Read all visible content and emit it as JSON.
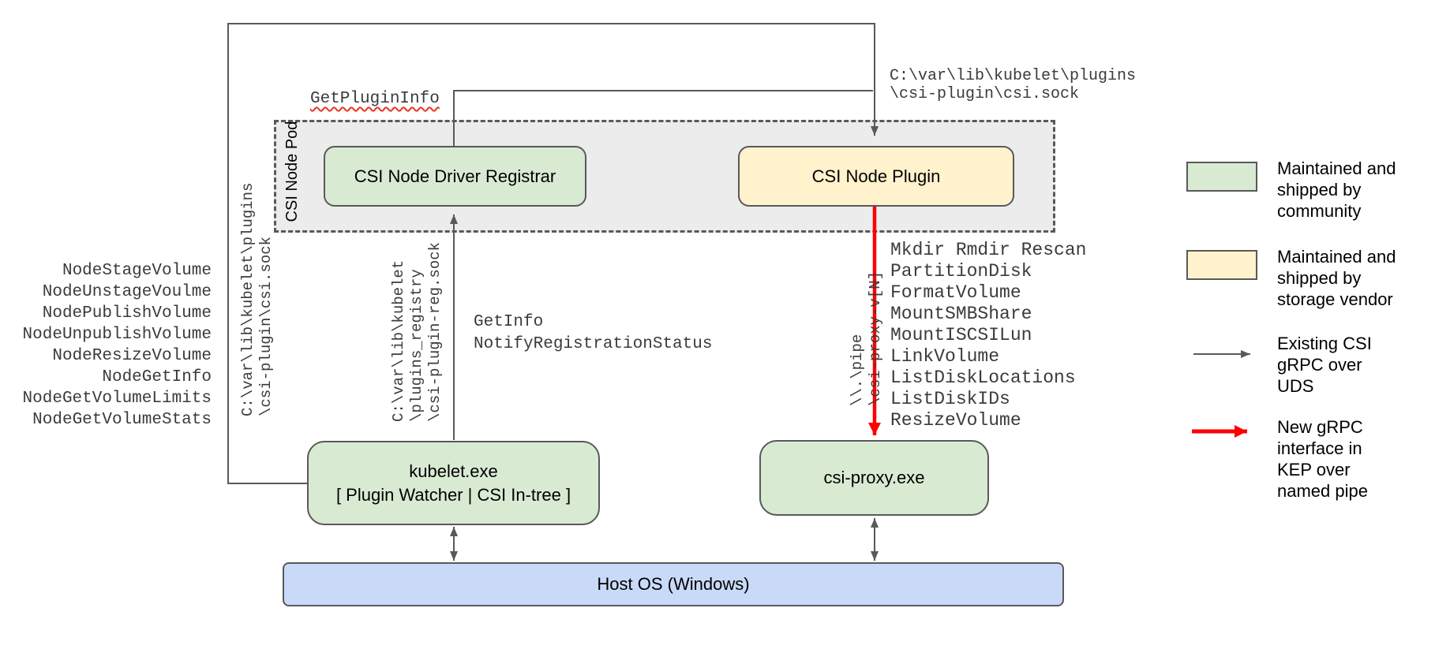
{
  "pod": {
    "label": "CSI Node Pod"
  },
  "nodes": {
    "registrar": {
      "label": "CSI Node Driver Registrar"
    },
    "plugin": {
      "label": "CSI Node Plugin"
    },
    "kubelet": {
      "line1": "kubelet.exe",
      "line2": "[ Plugin Watcher | CSI In-tree ]"
    },
    "csi_proxy": {
      "label": "csi-proxy.exe"
    },
    "host_os": {
      "label": "Host OS (Windows)"
    }
  },
  "labels": {
    "get_plugin_info": "GetPluginInfo",
    "csi_sock_top": [
      "C:\\var\\lib\\kubelet\\plugins",
      "\\csi-plugin\\csi.sock"
    ],
    "csi_sock_left": [
      "C:\\var\\lib\\kubelet\\plugins",
      "\\csi-plugin\\csi.sock"
    ],
    "reg_sock": [
      "C:\\var\\lib\\kubelet",
      "\\plugins_registry",
      "\\csi-plugin-reg.sock"
    ],
    "registration": [
      "GetInfo",
      "NotifyRegistrationStatus"
    ],
    "named_pipe": [
      "\\\\.\\pipe",
      "\\csi-proxy-v[N]"
    ]
  },
  "node_rpcs": [
    "NodeStageVolume",
    "NodeUnstageVoulme",
    "NodePublishVolume",
    "NodeUnpublishVolume",
    "NodeResizeVolume",
    "NodeGetInfo",
    "NodeGetVolumeLimits",
    "NodeGetVolumeStats"
  ],
  "proxy_rpcs": [
    "Mkdir Rmdir Rescan",
    "PartitionDisk",
    "FormatVolume",
    "MountSMBShare",
    "MountISCSILun",
    "LinkVolume",
    "ListDiskLocations",
    "ListDiskIDs",
    "ResizeVolume"
  ],
  "legend": {
    "community": {
      "lines": [
        "Maintained and",
        "shipped by",
        "community"
      ]
    },
    "vendor": {
      "lines": [
        "Maintained and",
        "shipped by",
        "storage vendor"
      ]
    },
    "uds_arrow": {
      "lines": [
        "Existing CSI",
        "gRPC over",
        "UDS"
      ]
    },
    "pipe_arrow": {
      "lines": [
        "New gRPC",
        "interface in",
        "KEP over",
        "named pipe"
      ]
    }
  },
  "colors": {
    "community_green": "#d9ead3",
    "vendor_yellow": "#fff2cc",
    "host_blue": "#c9daf8",
    "pod_gray": "#ececec",
    "line_gray": "#595959",
    "new_grpc_red": "#fe0000",
    "spellcheck_red": "#ea3323"
  }
}
